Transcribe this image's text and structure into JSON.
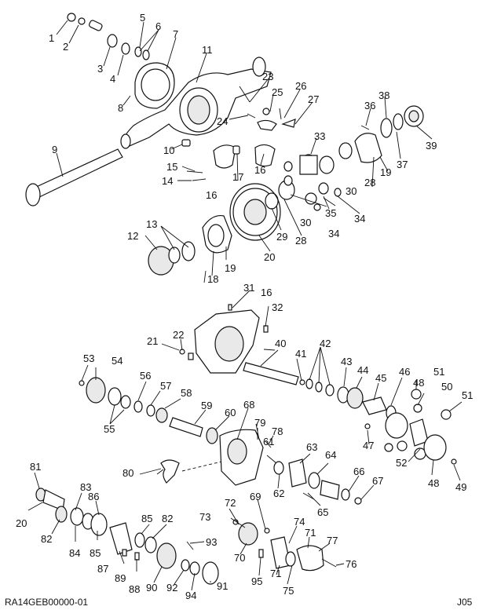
{
  "diagram": {
    "callouts": [
      "1",
      "2",
      "3",
      "4",
      "5",
      "6",
      "7",
      "8",
      "9",
      "10",
      "11",
      "12",
      "13",
      "14",
      "15",
      "16",
      "17",
      "18",
      "19",
      "20",
      "21",
      "22",
      "23",
      "24",
      "25",
      "26",
      "27",
      "28",
      "29",
      "30",
      "31",
      "32",
      "33",
      "34",
      "35",
      "36",
      "37",
      "38",
      "39",
      "40",
      "41",
      "42",
      "43",
      "44",
      "45",
      "46",
      "47",
      "48",
      "49",
      "50",
      "51",
      "52",
      "53",
      "54",
      "55",
      "56",
      "57",
      "58",
      "59",
      "60",
      "61",
      "62",
      "63",
      "64",
      "65",
      "66",
      "67",
      "68",
      "69",
      "70",
      "71",
      "72",
      "73",
      "74",
      "75",
      "76",
      "77",
      "78",
      "79",
      "80",
      "81",
      "82",
      "83",
      "84",
      "85",
      "86",
      "87",
      "88",
      "89",
      "90",
      "91",
      "92",
      "93",
      "94",
      "95"
    ],
    "drawing_id": "RA14GEB00000-01",
    "page_code": "J05"
  }
}
